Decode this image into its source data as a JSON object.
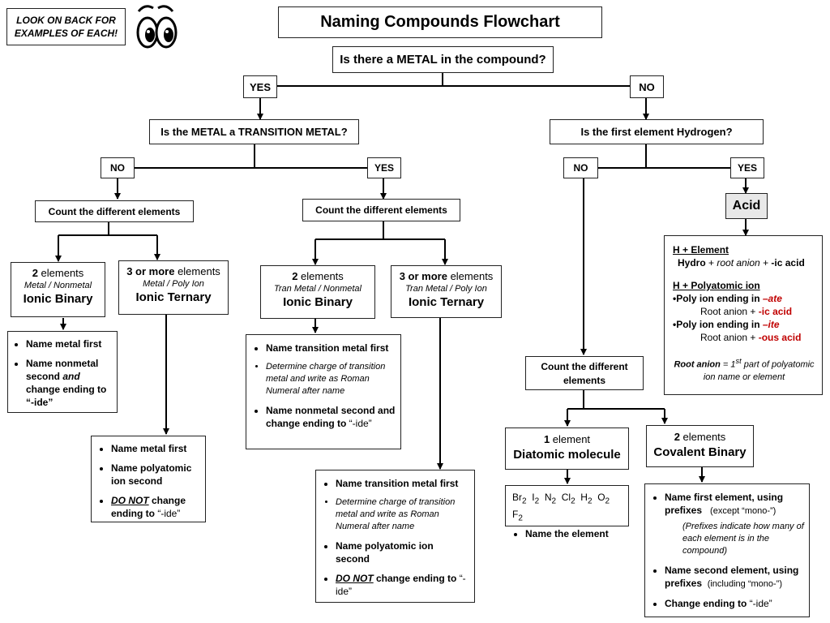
{
  "note": "LOOK ON BACK FOR EXAMPLES OF EACH!",
  "title": "Naming Compounds Flowchart",
  "q_metal": "Is there a METAL in the compound?",
  "yes": "YES",
  "no": "NO",
  "q_transition": "Is the METAL a TRANSITION METAL?",
  "q_hydrogen": "Is the first element Hydrogen?",
  "count": "Count the different elements",
  "count_wrap": [
    "Count the different",
    "elements"
  ],
  "acid": "Acid",
  "two_bold": "2",
  "elements_word": "elements",
  "three_bold": "3 or more",
  "one_bold": "1",
  "element_word": "element",
  "metal_nonmetal": "Metal / Nonmetal",
  "metal_poly": "Metal / Poly Ion",
  "tran_nonmetal": "Tran Metal / Nonmetal",
  "tran_poly": "Tran Metal / Poly Ion",
  "ionic_binary": "Ionic Binary",
  "ionic_ternary": "Ionic Ternary",
  "diatomic": "Diatomic molecule",
  "covalent_binary": "Covalent Binary",
  "b1": {
    "l1": "Name metal first",
    "l2a": "Name nonmetal second ",
    "l2and": "and",
    "l2b": " change ending to “-ide”"
  },
  "b2": {
    "l1": "Name metal first",
    "l2": "Name polyatomic ion second",
    "l3u": "DO NOT",
    "l3a": " change ending to ",
    "l3b": "“-ide”"
  },
  "b3": {
    "l1": "Name transition metal first",
    "l2": "Determine charge of transition metal and write as Roman Numeral after name",
    "l3a": "Name nonmetal second and change ending to ",
    "l3b": "“-ide”"
  },
  "b4": {
    "l1": "Name transition metal first",
    "l2": "Determine charge of transition metal and write as Roman Numeral after name",
    "l3": "Name polyatomic ion second",
    "l4u": "DO NOT",
    "l4a": " change ending to ",
    "l4b": "“-ide”"
  },
  "diatomic_box": {
    "formulas": [
      {
        "el": "Br",
        "sub": "2"
      },
      {
        "el": "I",
        "sub": "2"
      },
      {
        "el": "N",
        "sub": "2"
      },
      {
        "el": "Cl",
        "sub": "2"
      },
      {
        "el": "H",
        "sub": "2"
      },
      {
        "el": "O",
        "sub": "2"
      },
      {
        "el": "F",
        "sub": "2"
      }
    ],
    "name": "Name the element"
  },
  "cov": {
    "l1a": "Name first element, using prefixes",
    "l1b": "(except “mono-”)",
    "l1c": "(Prefixes indicate how many of each element is in the compound)",
    "l2a": "Name second element, using prefixes",
    "l2b": "(including “mono-”)",
    "l3a": "Change ending to ",
    "l3b": "“-ide”"
  },
  "acid_box": {
    "h_el": "H + Element",
    "hydro": "Hydro",
    "plus": " + ",
    "root_anion": "root anion",
    "ic_acid": "-ic acid",
    "h_poly": "H + Polyatomic ion",
    "poly_end": "•Poly ion ending in ",
    "ate": "–ate",
    "ite": "–ite",
    "root_anion_cap": "Root anion",
    "ic_acid2": "-ic acid",
    "ous_acid": "-ous acid",
    "note_bold": "Root anion",
    "note_eq": " = ",
    "note_1": "1",
    "note_st": "st",
    "note_rest": " part of polyatomic ion name or element"
  },
  "colors": {
    "red": "#c00000",
    "acid_fill": "#e8e8e8"
  }
}
